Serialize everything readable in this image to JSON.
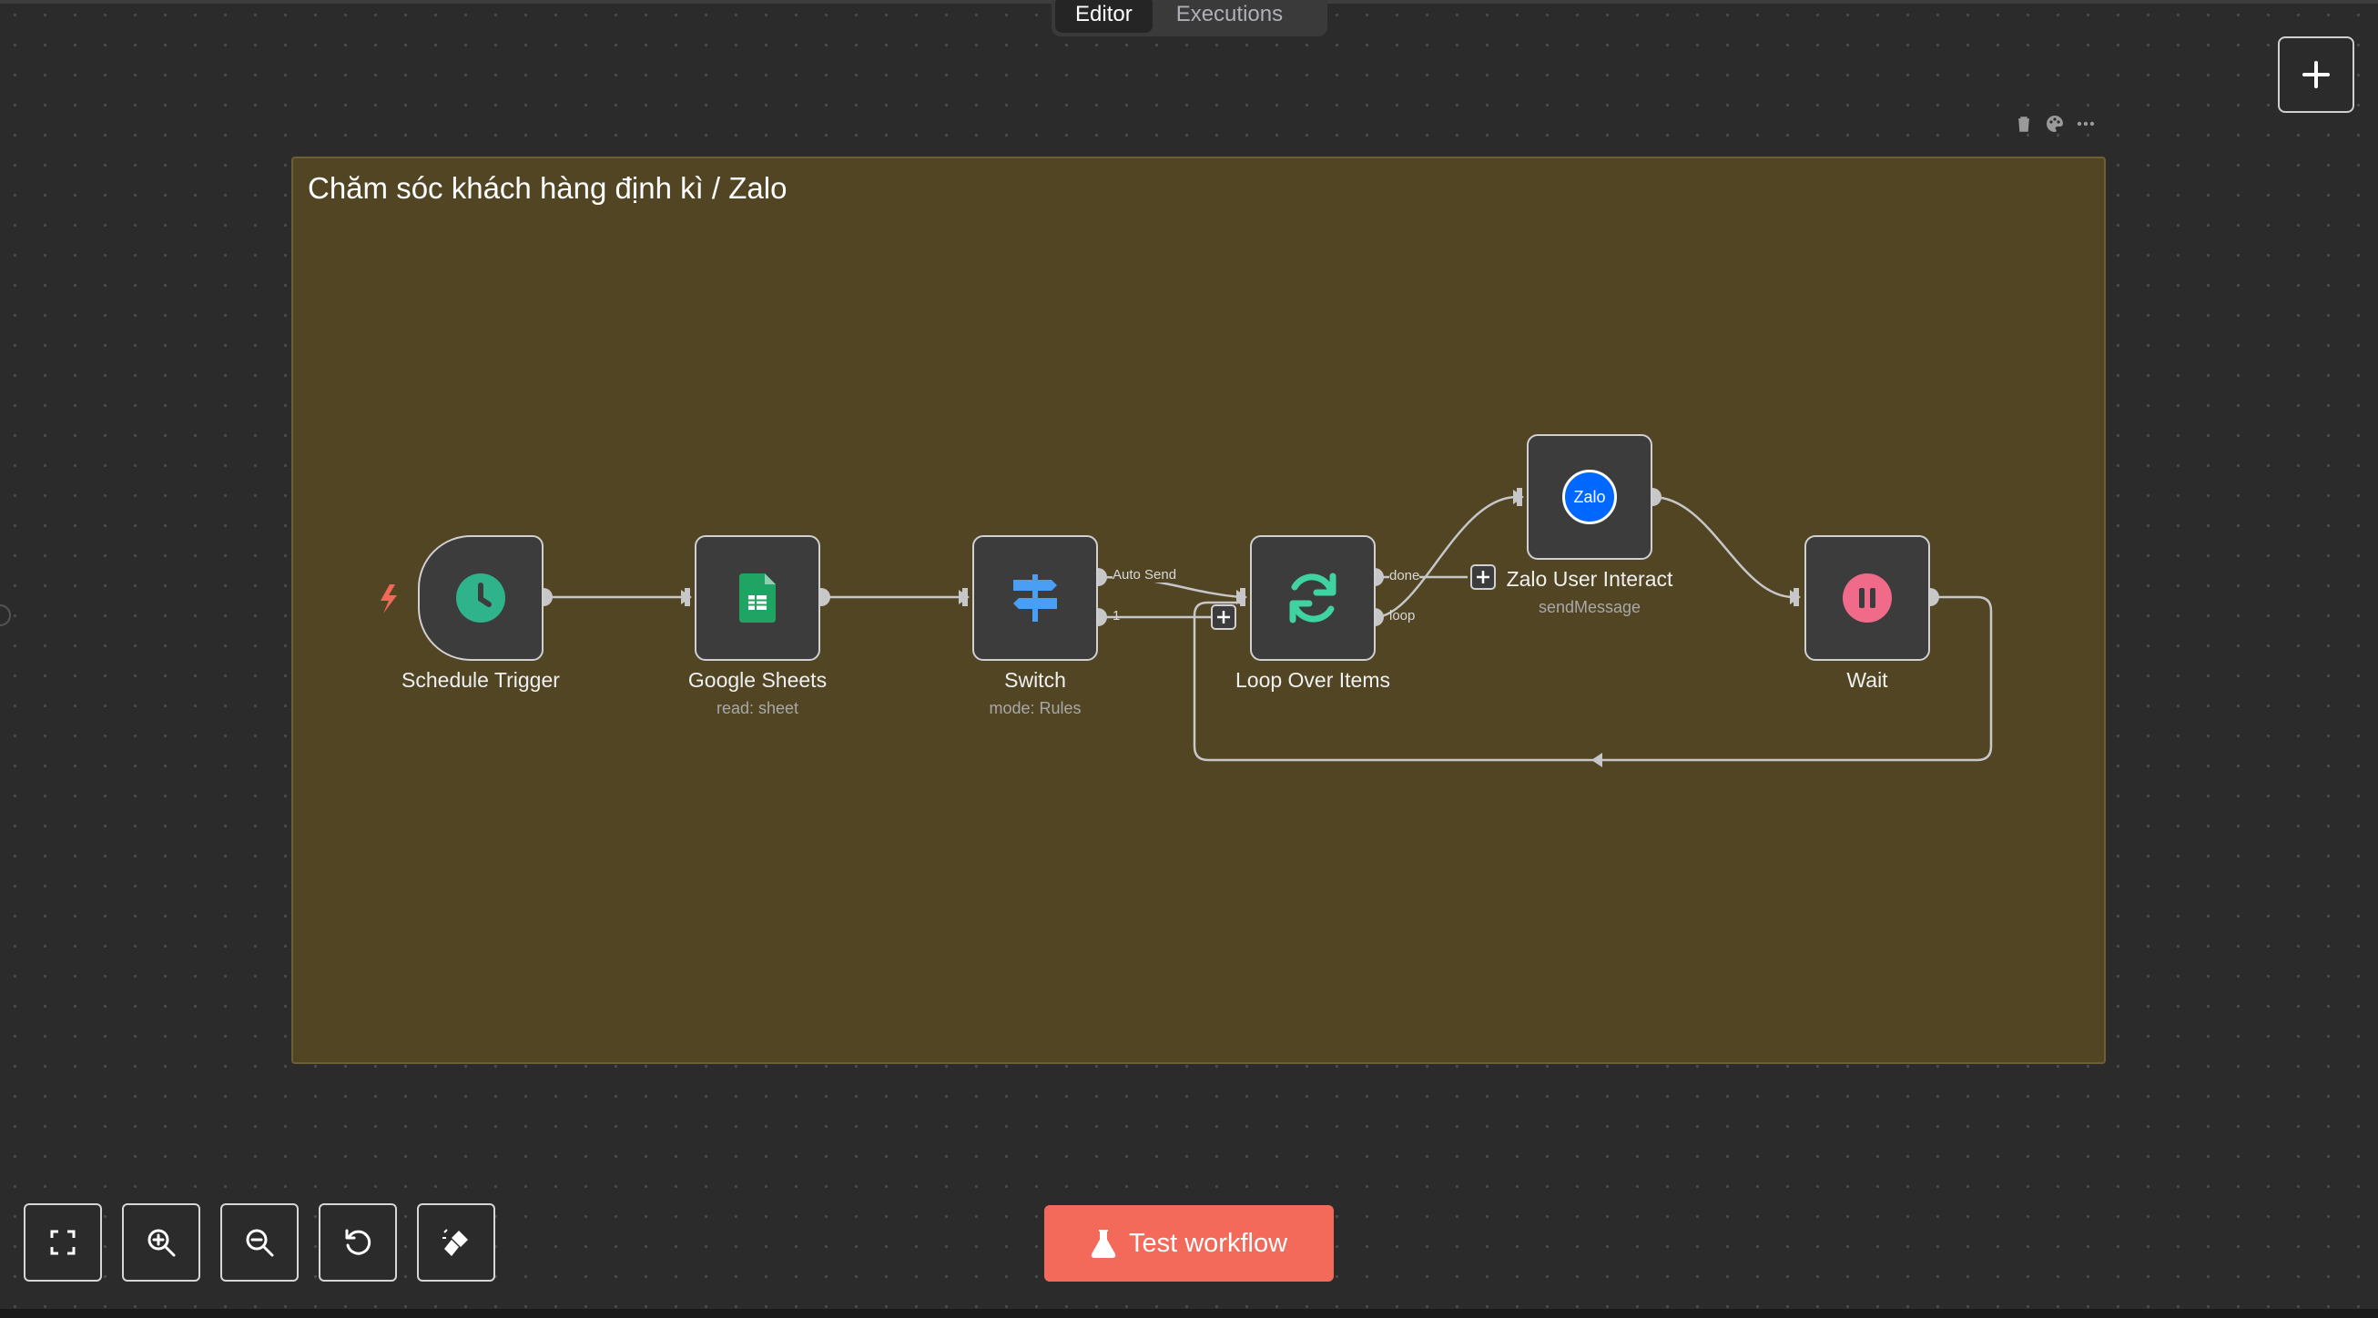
{
  "header": {
    "tabs": [
      {
        "label": "Editor",
        "active": true
      },
      {
        "label": "Executions",
        "active": false
      }
    ]
  },
  "canvas": {
    "add_node_icon": "plus-icon",
    "sticky_toolbar": [
      "trash-icon",
      "palette-icon",
      "ellipsis-icon"
    ],
    "sticky": {
      "title": "Chăm sóc khách hàng định kì / Zalo",
      "color": "#524523"
    },
    "nodes": [
      {
        "id": "schedule",
        "label": "Schedule Trigger",
        "subtitle": "",
        "icon": "clock-icon",
        "icon_color": "#2fb38a"
      },
      {
        "id": "sheets",
        "label": "Google Sheets",
        "subtitle": "read: sheet",
        "icon": "google-sheets-icon",
        "icon_color": "#20a463"
      },
      {
        "id": "switch",
        "label": "Switch",
        "subtitle": "mode: Rules",
        "icon": "signpost-icon",
        "icon_color": "#4a9ff5"
      },
      {
        "id": "loop",
        "label": "Loop Over Items",
        "subtitle": "",
        "icon": "refresh-icon",
        "icon_color": "#3ed3a0"
      },
      {
        "id": "zalo",
        "label": "Zalo User Interact",
        "subtitle": "sendMessage",
        "icon": "zalo-icon",
        "icon_text": "Zalo",
        "icon_color": "#0068ff"
      },
      {
        "id": "wait",
        "label": "Wait",
        "subtitle": "",
        "icon": "pause-icon",
        "icon_color": "#f06b8a"
      }
    ],
    "handle_labels": {
      "switch_out_0": "Auto Send",
      "switch_out_1": "1",
      "loop_done": "done",
      "loop_loop": "loop"
    }
  },
  "controls": {
    "buttons": [
      "fit-view-icon",
      "zoom-in-icon",
      "zoom-out-icon",
      "reset-zoom-icon",
      "tidy-up-icon"
    ],
    "test_workflow_label": "Test workflow",
    "accent": "#f3695a"
  }
}
